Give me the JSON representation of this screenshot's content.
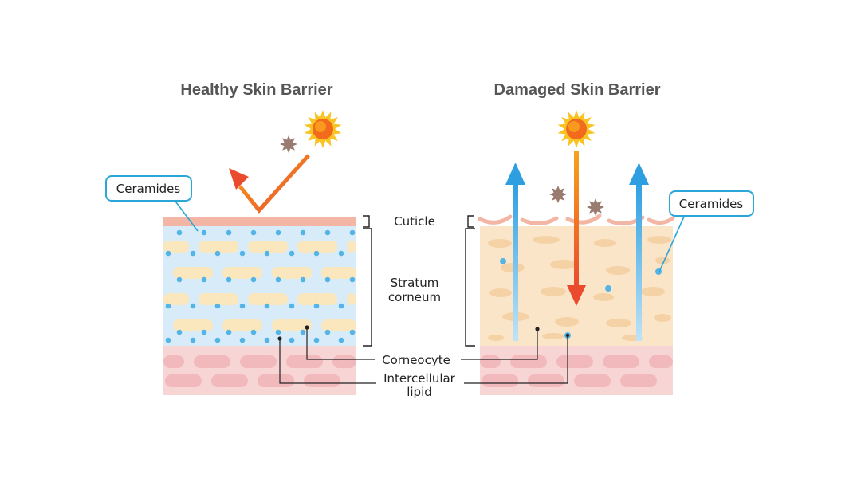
{
  "diagram": {
    "left_title": "Healthy Skin Barrier",
    "right_title": "Damaged Skin Barrier",
    "labels": {
      "cuticle": "Cuticle",
      "stratum_line1": "Stratum",
      "stratum_line2": "corneum",
      "corneocyte": "Corneocyte",
      "intercellular_line1": "Intercellular",
      "intercellular_line2": "lipid"
    },
    "callouts": {
      "left": "Ceramides",
      "right": "Ceramides"
    },
    "icons": [
      "sun-icon",
      "particle-icon",
      "reflect-arrow-icon",
      "penetrate-arrow-icon",
      "moisture-escape-arrow-icon"
    ],
    "colors": {
      "cuticle": "#f4b6a4",
      "healthy_layer": "#d7ecf8",
      "ceramide_dot": "#55b4e6",
      "corneocyte": "#fbe7bd",
      "damaged_layer": "#fbe5c8",
      "damaged_cell": "#f5d2a5",
      "lower_layer": "#f8d5d5",
      "lower_cell": "#f2b9bd",
      "sun": "#f7a21c",
      "red_arrow": "#ea4b2c",
      "blue_arrow": "#3aa5e0",
      "callout_border": "#2aa6d8",
      "particle": "#9a7b70"
    }
  }
}
